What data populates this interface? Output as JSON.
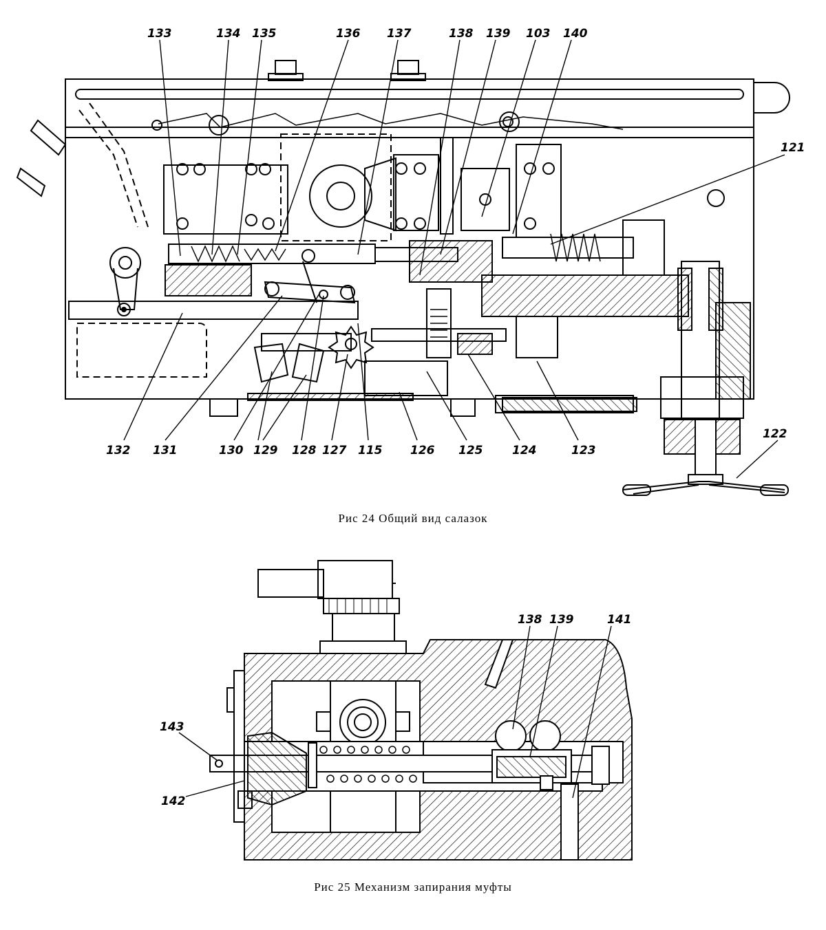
{
  "figure1": {
    "caption": "Рис 24 Общий вид салазок",
    "callouts_top": [
      "133",
      "134",
      "135",
      "136",
      "137",
      "138",
      "139",
      "103",
      "140"
    ],
    "callout_right": "121",
    "callouts_bottom": [
      "132",
      "131",
      "130",
      "129",
      "128",
      "127",
      "115",
      "126",
      "125",
      "124",
      "123"
    ],
    "callout_handwheel": "122"
  },
  "figure2": {
    "caption": "Рис 25 Механизм запирания муфты",
    "callouts_top": [
      "138",
      "139",
      "141"
    ],
    "callouts_left": [
      "143",
      "142"
    ]
  }
}
